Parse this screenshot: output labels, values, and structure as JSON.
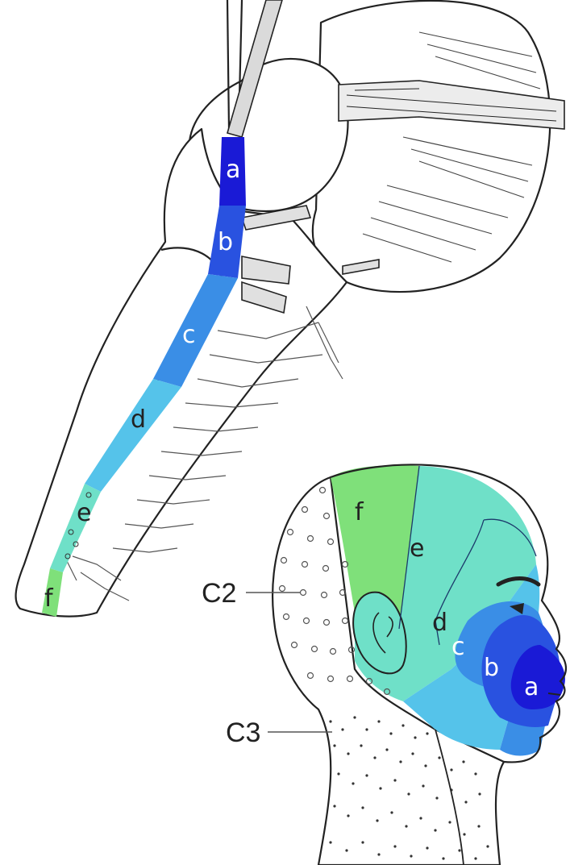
{
  "colors": {
    "a": "#1a1ad6",
    "b": "#2952e0",
    "c": "#3a8ee6",
    "d": "#55c3ea",
    "e": "#6fe0c8",
    "f": "#7fe07a",
    "outline": "#222222",
    "nerve_fill": "#e6e6e6"
  },
  "cord": {
    "zones": [
      {
        "key": "a",
        "label": "a"
      },
      {
        "key": "b",
        "label": "b"
      },
      {
        "key": "c",
        "label": "c"
      },
      {
        "key": "d",
        "label": "d"
      },
      {
        "key": "e",
        "label": "e"
      },
      {
        "key": "f",
        "label": "f"
      }
    ]
  },
  "head": {
    "zones": [
      {
        "key": "a",
        "label": "a"
      },
      {
        "key": "b",
        "label": "b"
      },
      {
        "key": "c",
        "label": "c"
      },
      {
        "key": "d",
        "label": "d"
      },
      {
        "key": "e",
        "label": "e"
      },
      {
        "key": "f",
        "label": "f"
      }
    ],
    "dermatomes": [
      {
        "label": "C2"
      },
      {
        "label": "C3"
      }
    ]
  }
}
